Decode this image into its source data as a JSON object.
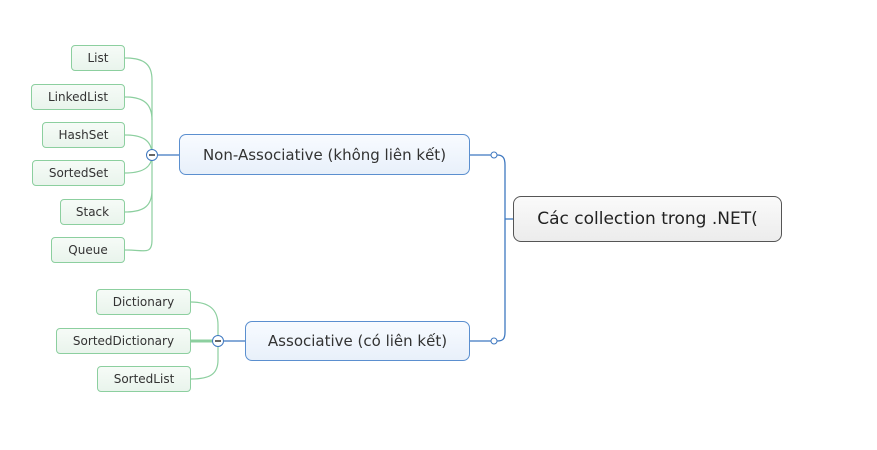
{
  "root": {
    "label": "Các collection trong .NET("
  },
  "branches": [
    {
      "label": "Non-Associative (không liên kết)",
      "children": [
        "List",
        "LinkedList",
        "HashSet",
        "SortedSet",
        "Stack",
        "Queue"
      ]
    },
    {
      "label": "Associative (có liên kết)",
      "children": [
        "Dictionary",
        "SortedDictionary",
        "SortedList"
      ]
    }
  ],
  "colors": {
    "leaf_border": "#8ccf9f",
    "branch_border": "#5b8fcf",
    "root_border": "#555555"
  }
}
